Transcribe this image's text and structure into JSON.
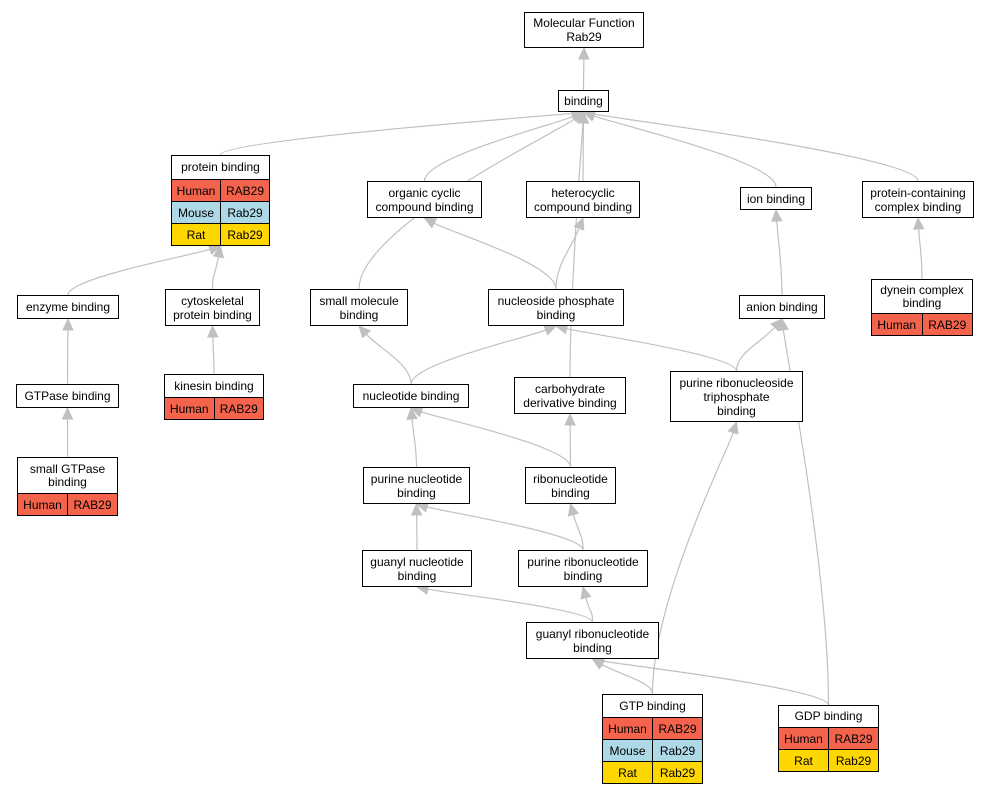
{
  "colors": {
    "human": "#f4644c",
    "mouse": "#add8e6",
    "rat": "#ffd700",
    "edge": "#c0c0c0"
  },
  "nodes": {
    "mf": {
      "lines": [
        "Molecular Function",
        "Rab29"
      ]
    },
    "binding": {
      "lines": [
        "binding"
      ]
    },
    "protein_binding": {
      "lines": [
        "protein binding"
      ],
      "genes": [
        {
          "species": "Human",
          "gene": "RAB29"
        },
        {
          "species": "Mouse",
          "gene": "Rab29"
        },
        {
          "species": "Rat",
          "gene": "Rab29"
        }
      ]
    },
    "organic_cyclic": {
      "lines": [
        "organic cyclic",
        "compound binding"
      ]
    },
    "heterocyclic": {
      "lines": [
        "heterocyclic",
        "compound binding"
      ]
    },
    "ion_binding": {
      "lines": [
        "ion binding"
      ]
    },
    "protein_complex": {
      "lines": [
        "protein-containing",
        "complex binding"
      ]
    },
    "enzyme_binding": {
      "lines": [
        "enzyme binding"
      ]
    },
    "cytoskeletal": {
      "lines": [
        "cytoskeletal",
        "protein binding"
      ]
    },
    "small_molecule": {
      "lines": [
        "small molecule",
        "binding"
      ]
    },
    "nucleoside_phosphate": {
      "lines": [
        "nucleoside phosphate",
        "binding"
      ]
    },
    "anion_binding": {
      "lines": [
        "anion binding"
      ]
    },
    "dynein": {
      "lines": [
        "dynein complex",
        "binding"
      ],
      "genes": [
        {
          "species": "Human",
          "gene": "RAB29"
        }
      ]
    },
    "gtpase_binding": {
      "lines": [
        "GTPase binding"
      ]
    },
    "kinesin": {
      "lines": [
        "kinesin binding"
      ],
      "genes": [
        {
          "species": "Human",
          "gene": "RAB29"
        }
      ]
    },
    "nucleotide_binding": {
      "lines": [
        "nucleotide binding"
      ]
    },
    "carbohydrate": {
      "lines": [
        "carbohydrate",
        "derivative binding"
      ]
    },
    "purine_rnt_triphosphate": {
      "lines": [
        "purine ribonucleoside",
        "triphosphate",
        "binding"
      ]
    },
    "small_gtpase": {
      "lines": [
        "small GTPase",
        "binding"
      ],
      "genes": [
        {
          "species": "Human",
          "gene": "RAB29"
        }
      ]
    },
    "purine_nucleotide": {
      "lines": [
        "purine nucleotide",
        "binding"
      ]
    },
    "ribonucleotide": {
      "lines": [
        "ribonucleotide",
        "binding"
      ]
    },
    "guanyl_nucleotide": {
      "lines": [
        "guanyl nucleotide",
        "binding"
      ]
    },
    "purine_ribonucleotide": {
      "lines": [
        "purine ribonucleotide",
        "binding"
      ]
    },
    "guanyl_ribonucleotide": {
      "lines": [
        "guanyl ribonucleotide",
        "binding"
      ]
    },
    "gtp_binding": {
      "lines": [
        "GTP binding"
      ],
      "genes": [
        {
          "species": "Human",
          "gene": "RAB29"
        },
        {
          "species": "Mouse",
          "gene": "Rab29"
        },
        {
          "species": "Rat",
          "gene": "Rab29"
        }
      ]
    },
    "gdp_binding": {
      "lines": [
        "GDP binding"
      ],
      "genes": [
        {
          "species": "Human",
          "gene": "RAB29"
        },
        {
          "species": "Rat",
          "gene": "Rab29"
        }
      ]
    }
  },
  "edges": [
    {
      "from": "binding",
      "to": "mf"
    },
    {
      "from": "protein_binding",
      "to": "binding"
    },
    {
      "from": "organic_cyclic",
      "to": "binding"
    },
    {
      "from": "heterocyclic",
      "to": "binding"
    },
    {
      "from": "ion_binding",
      "to": "binding"
    },
    {
      "from": "protein_complex",
      "to": "binding"
    },
    {
      "from": "small_molecule",
      "to": "binding"
    },
    {
      "from": "carbohydrate",
      "to": "binding"
    },
    {
      "from": "enzyme_binding",
      "to": "protein_binding"
    },
    {
      "from": "cytoskeletal",
      "to": "protein_binding"
    },
    {
      "from": "gtpase_binding",
      "to": "enzyme_binding"
    },
    {
      "from": "small_gtpase",
      "to": "gtpase_binding"
    },
    {
      "from": "kinesin",
      "to": "cytoskeletal"
    },
    {
      "from": "nucleoside_phosphate",
      "to": "organic_cyclic"
    },
    {
      "from": "nucleoside_phosphate",
      "to": "heterocyclic"
    },
    {
      "from": "anion_binding",
      "to": "ion_binding"
    },
    {
      "from": "dynein",
      "to": "protein_complex"
    },
    {
      "from": "nucleotide_binding",
      "to": "small_molecule"
    },
    {
      "from": "nucleotide_binding",
      "to": "nucleoside_phosphate"
    },
    {
      "from": "purine_rnt_triphosphate",
      "to": "nucleoside_phosphate"
    },
    {
      "from": "purine_rnt_triphosphate",
      "to": "anion_binding"
    },
    {
      "from": "purine_nucleotide",
      "to": "nucleotide_binding"
    },
    {
      "from": "ribonucleotide",
      "to": "nucleotide_binding"
    },
    {
      "from": "ribonucleotide",
      "to": "carbohydrate"
    },
    {
      "from": "guanyl_nucleotide",
      "to": "purine_nucleotide"
    },
    {
      "from": "purine_ribonucleotide",
      "to": "purine_nucleotide"
    },
    {
      "from": "purine_ribonucleotide",
      "to": "ribonucleotide"
    },
    {
      "from": "guanyl_ribonucleotide",
      "to": "guanyl_nucleotide"
    },
    {
      "from": "guanyl_ribonucleotide",
      "to": "purine_ribonucleotide"
    },
    {
      "from": "gtp_binding",
      "to": "guanyl_ribonucleotide"
    },
    {
      "from": "gtp_binding",
      "to": "purine_rnt_triphosphate"
    },
    {
      "from": "gdp_binding",
      "to": "guanyl_ribonucleotide"
    },
    {
      "from": "gdp_binding",
      "to": "anion_binding"
    }
  ]
}
